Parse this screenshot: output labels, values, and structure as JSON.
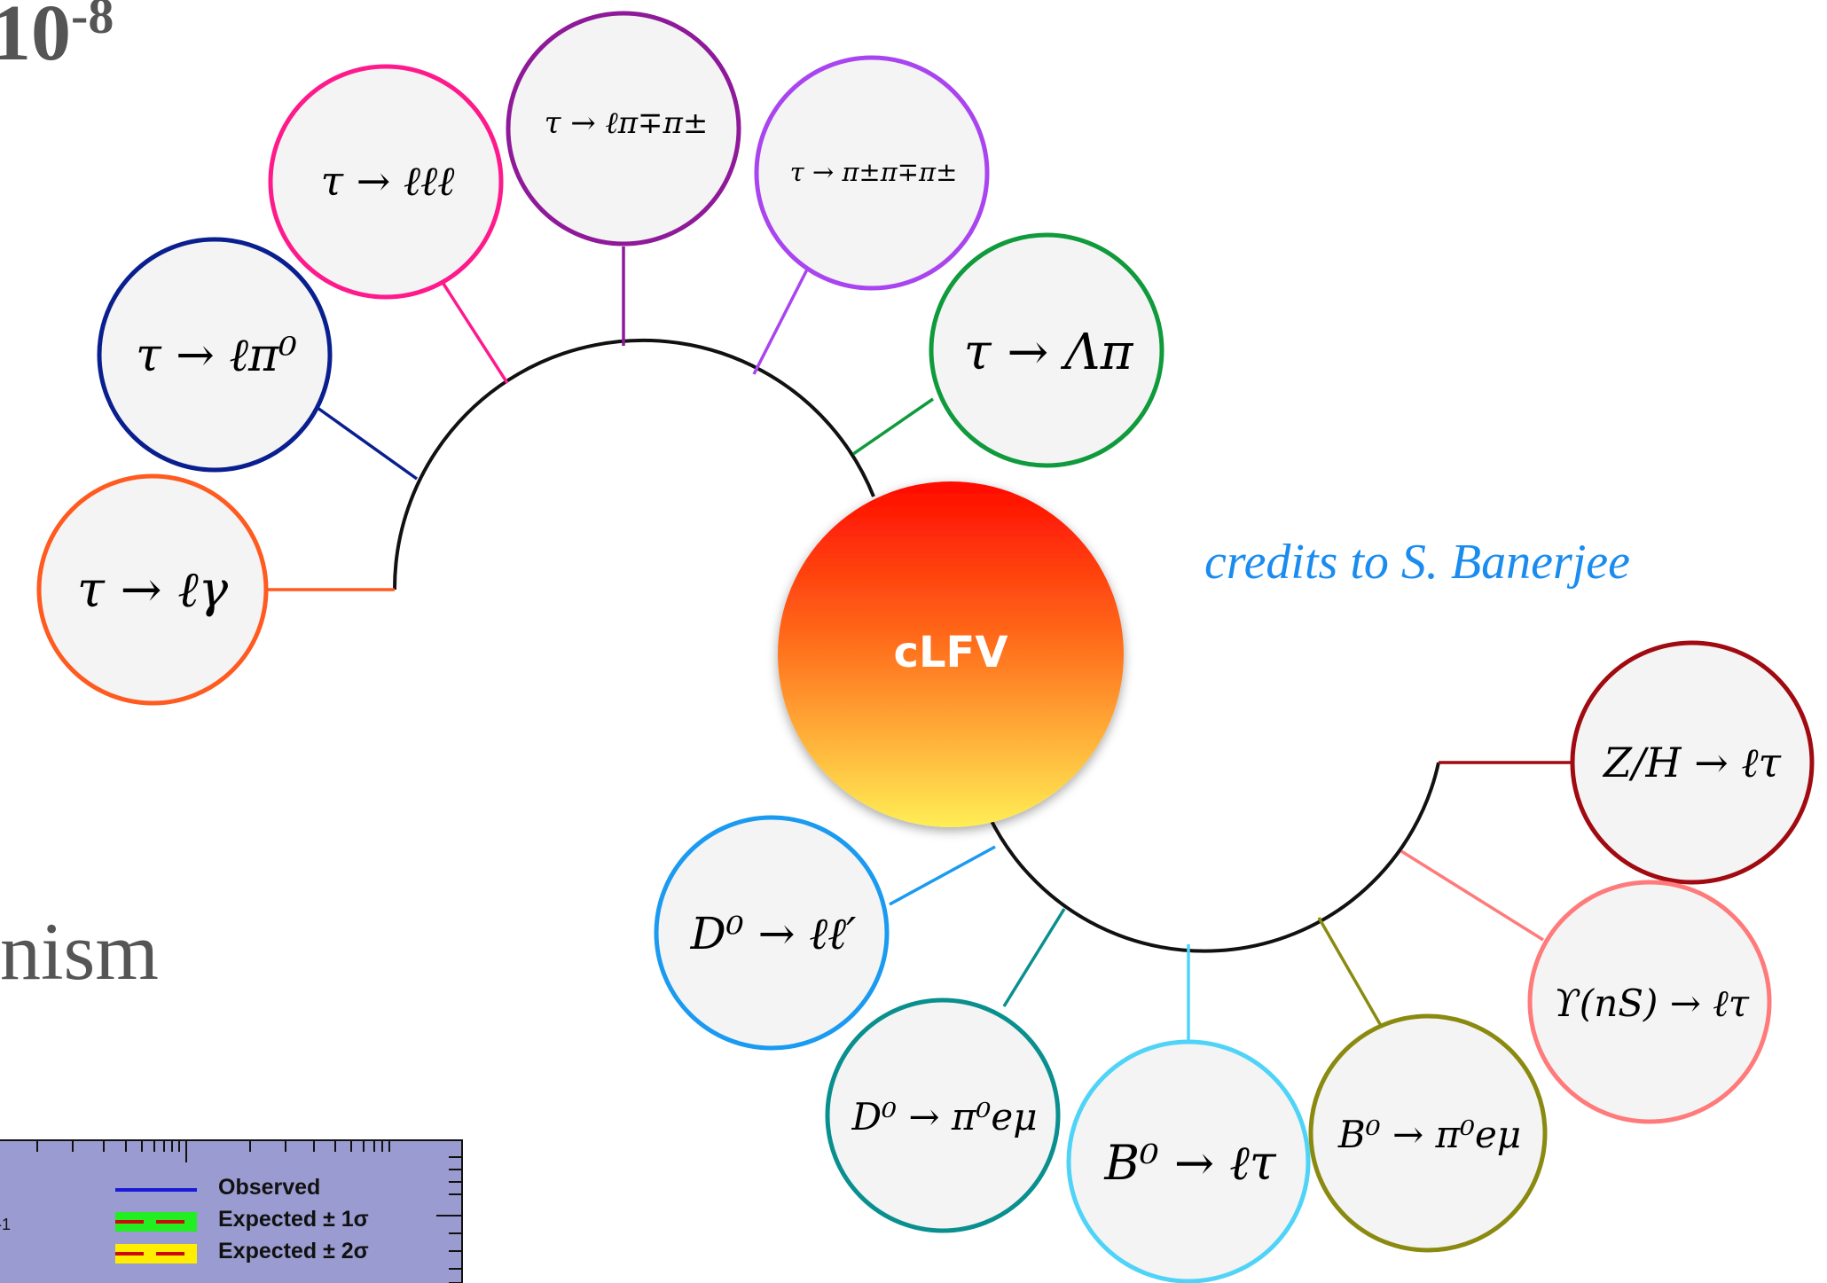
{
  "slide": {
    "exponent_fragment": {
      "base": "10",
      "exponent": "-8"
    },
    "mechanism_fragment": "nism"
  },
  "credits": "credits to S. Banerjee",
  "diagram": {
    "hub": {
      "label": "cLFV",
      "gradient_top": "#ff0a00",
      "gradient_bottom": "#ffee55"
    },
    "tau_group": [
      {
        "id": "tau-lgamma",
        "label": "τ → ℓγ",
        "color": "#ff5a1f",
        "text_color": "#e8001a"
      },
      {
        "id": "tau-lpi0",
        "label": "τ → ℓπ⁰",
        "color": "#0a1f8f",
        "text_color": "#0a1f8f"
      },
      {
        "id": "tau-lll",
        "label": "τ → ℓℓℓ",
        "color": "#ff1a8c",
        "text_color": "#ff1a8c"
      },
      {
        "id": "tau-lpipi",
        "label": "τ → ℓπ∓π±",
        "color": "#8e1a9a",
        "text_color": "#8e1a9a"
      },
      {
        "id": "tau-3pi",
        "label": "τ → π±π∓π±",
        "color": "#a945f0",
        "text_color": "#a945f0"
      },
      {
        "id": "tau-lambdapi",
        "label": "τ → Λπ",
        "color": "#0f9a3c",
        "text_color": "#0a7a2c"
      }
    ],
    "other_group": [
      {
        "id": "zh-ltau",
        "label": "Z/H → ℓτ",
        "color": "#a00a10",
        "text_color": "#8a0a10"
      },
      {
        "id": "upsilon-ltau",
        "label": "ϒ(nS) → ℓτ",
        "color": "#ff7a7a",
        "text_color": "#ff6a6a"
      },
      {
        "id": "b0-pi0emu",
        "label": "B⁰ → π⁰eμ",
        "color": "#8a8a10",
        "text_color": "#7a7a0a"
      },
      {
        "id": "b0-ltau",
        "label": "B⁰ → ℓτ",
        "color": "#4fd4f8",
        "text_color": "#3ab8f0"
      },
      {
        "id": "d0-pi0emu",
        "label": "D⁰ → π⁰eμ",
        "color": "#0a8f8f",
        "text_color": "#0a7f7f"
      },
      {
        "id": "d0-llprime",
        "label": "D⁰ → ℓℓ′",
        "color": "#1a9af0",
        "text_color": "#1a8ae8"
      }
    ],
    "arc_color": "#111111",
    "bubble_fill": "#f4f4f4"
  },
  "inset_plot": {
    "background": "#9a9bd0",
    "partial_tick_label": "-1",
    "legend": [
      {
        "label": "Observed",
        "style": "solid",
        "color": "#1a1ad8",
        "fill": ""
      },
      {
        "label": "Expected ± 1σ",
        "style": "dashed",
        "color": "#cc0a0a",
        "fill": "#22ee22"
      },
      {
        "label": "Expected ± 2σ",
        "style": "dashed",
        "color": "#cc0a0a",
        "fill": "#ffee00"
      }
    ]
  }
}
